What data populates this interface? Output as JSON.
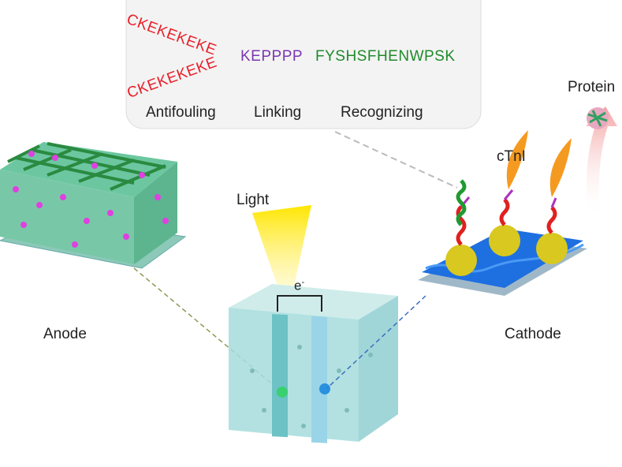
{
  "sequence": {
    "antifouling_top": "CKEKEKEKE",
    "antifouling_bottom": "CKEKEKEKE",
    "linking": "KEPPPP",
    "recognizing": "FYSHSFHENWPSK",
    "labels": {
      "antifouling": "Antifouling",
      "linking": "Linking",
      "recognizing": "Recognizing"
    }
  },
  "labels": {
    "light": "Light",
    "electron": "e",
    "electron_sup": "-",
    "anode": "Anode",
    "cathode": "Cathode",
    "ctni": "cTnI",
    "protein": "Protein"
  },
  "colors": {
    "antifouling": "#e8202a",
    "linking": "#7a36b0",
    "recognizing": "#1f8a2a"
  }
}
